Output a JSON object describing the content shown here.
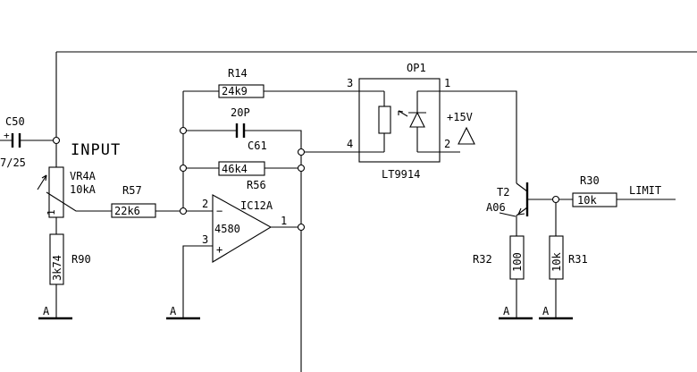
{
  "components": {
    "c50": {
      "ref": "C50",
      "value_fragment": "7/25",
      "plus": "+"
    },
    "input": {
      "label": "INPUT"
    },
    "vr4a": {
      "ref": "VR4A",
      "value": "10kA",
      "pin": "1"
    },
    "r90": {
      "ref": "R90",
      "value": "3k74"
    },
    "r57": {
      "ref": "R57",
      "value": "22k6"
    },
    "r14": {
      "ref": "R14",
      "value": "24k9"
    },
    "c61": {
      "ref": "C61",
      "value": "20P"
    },
    "r56": {
      "ref": "R56",
      "value": "46k4"
    },
    "ic12a": {
      "ref": "IC12A",
      "part": "4580",
      "pin_inv": "2",
      "pin_noninv": "3",
      "pin_out": "1",
      "minus": "−",
      "plus": "+"
    },
    "op1": {
      "ref": "OP1",
      "part": "LT9914",
      "pin3": "3",
      "pin4": "4",
      "pin1": "1",
      "pin2": "2",
      "supply": "+15V"
    },
    "t2": {
      "ref": "T2",
      "part": "A06"
    },
    "r30": {
      "ref": "R30",
      "value": "10k"
    },
    "r32": {
      "ref": "R32",
      "value": "100"
    },
    "r31": {
      "ref": "R31",
      "value": "10k"
    },
    "limit": {
      "label": "LIMIT"
    }
  },
  "grounds": {
    "label": "A"
  }
}
